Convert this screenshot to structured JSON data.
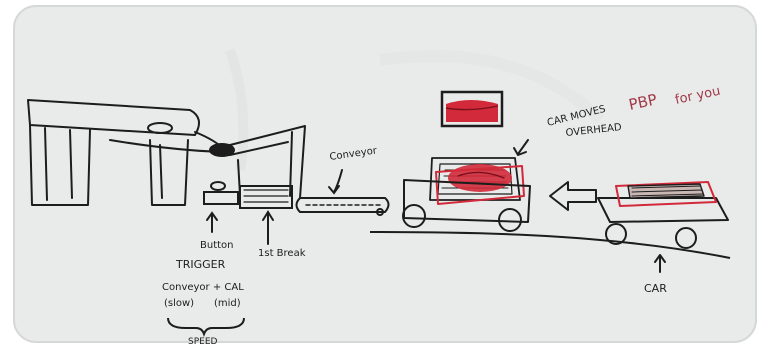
{
  "colors": {
    "board": "#e9ebea",
    "marker_black": "#1d1d1d",
    "marker_red": "#d22a3a",
    "note_red": "#a23a4a"
  },
  "labels": {
    "conveyor": "Conveyor",
    "button": "Button",
    "trigger": "TRIGGER",
    "first_break": "1st Break",
    "conveyor_car": "Conveyor + CAL",
    "slow": "(slow)",
    "mid": "(mid)",
    "speed": "SPEED",
    "car_moves": "CAR MOVES",
    "overhead": "OVERHEAD",
    "pbp": "PBP",
    "for_you": "for you",
    "car": "CAR"
  }
}
